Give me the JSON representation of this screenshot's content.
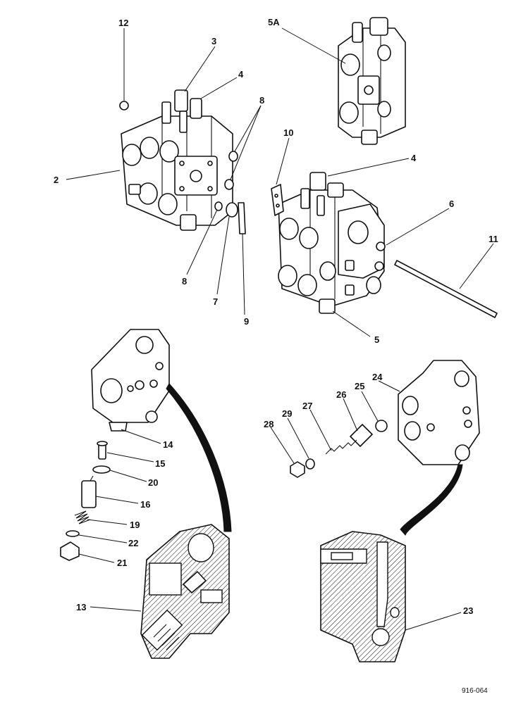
{
  "callouts": {
    "c2": "2",
    "c3": "3",
    "c4a": "4",
    "c4b": "4",
    "c5": "5",
    "c5a": "5A",
    "c6": "6",
    "c7": "7",
    "c8a": "8",
    "c8b": "8",
    "c9": "9",
    "c10": "10",
    "c11": "11",
    "c12": "12",
    "c13": "13",
    "c14": "14",
    "c15": "15",
    "c16": "16",
    "c19": "19",
    "c20": "20",
    "c21": "21",
    "c22": "22",
    "c23": "23",
    "c24": "24",
    "c25": "25",
    "c26": "26",
    "c27": "27",
    "c28": "28",
    "c29": "29"
  },
  "drawing_number": "916-064"
}
